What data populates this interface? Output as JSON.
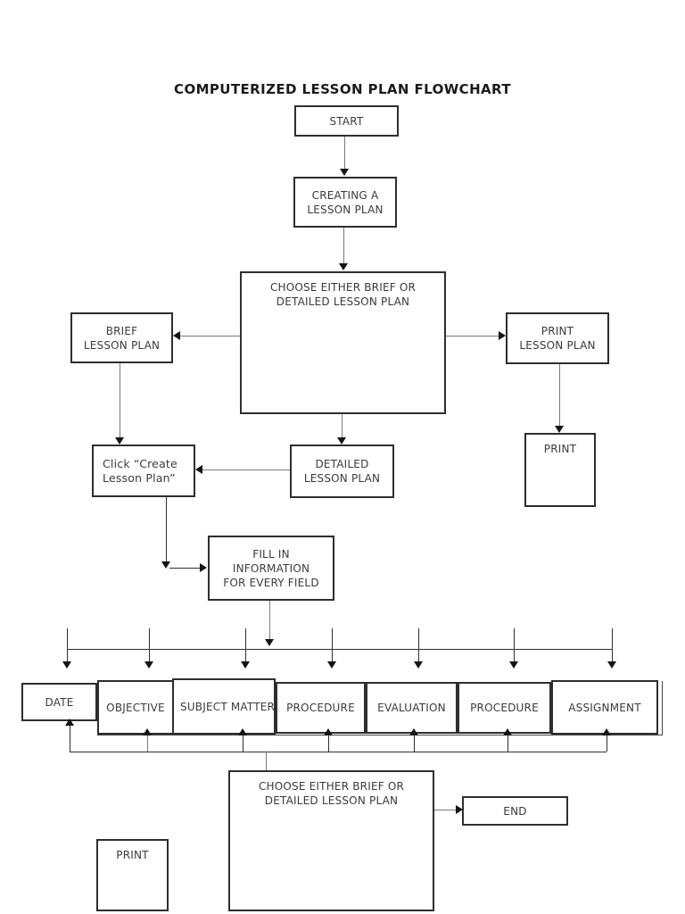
{
  "title": "COMPUTERIZED LESSON PLAN FLOWCHART",
  "nodes": {
    "start": "START",
    "creating": "CREATING A\nLESSON PLAN",
    "choose_top": "CHOOSE EITHER BRIEF OR\nDETAILED LESSON PLAN",
    "brief": "BRIEF\nLESSON PLAN",
    "print_lesson": "PRINT\nLESSON PLAN",
    "print_right": "PRINT",
    "click_create": "Click “Create\nLesson Plan”",
    "detailed": "DETAILED\nLESSON PLAN",
    "fill_in": "FILL IN\nINFORMATION\nFOR EVERY FIELD",
    "fields": [
      "DATE",
      "OBJECTIVE",
      "SUBJECT MATTER",
      "PROCEDURE",
      "EVALUATION",
      "PROCEDURE",
      "ASSIGNMENT"
    ],
    "choose_bottom": "CHOOSE EITHER BRIEF OR\nDETAILED LESSON PLAN",
    "end": "END",
    "print_bottom": "PRINT"
  },
  "colors": {
    "background": "#ffffff",
    "box_border": "#2e2e2e",
    "text": "#3b3b3b",
    "connector": "#7a7a7a",
    "arrowhead": "#141414"
  }
}
